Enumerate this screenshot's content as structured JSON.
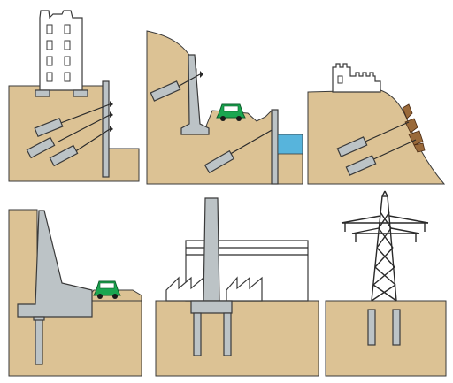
{
  "diagram": {
    "panels": [
      {
        "id": "building-retaining-wall",
        "elements": [
          "building",
          "ground-anchors",
          "sheet-pile-wall",
          "ground"
        ]
      },
      {
        "id": "road-cut-slope",
        "elements": [
          "slope",
          "ground-anchors",
          "retaining-wall",
          "car",
          "sheet-pile-wall",
          "water"
        ]
      },
      {
        "id": "castle-cliff-stabilization",
        "elements": [
          "castle",
          "cliff",
          "rock-blocks",
          "ground-anchors"
        ]
      },
      {
        "id": "gravity-wall-with-pile",
        "elements": [
          "l-shaped-retaining-wall",
          "pile",
          "car",
          "ground"
        ]
      },
      {
        "id": "chimney-foundation",
        "elements": [
          "factory",
          "chimney",
          "pile-cap",
          "piles"
        ]
      },
      {
        "id": "transmission-tower-foundation",
        "elements": [
          "lattice-tower",
          "piles",
          "ground"
        ]
      }
    ],
    "colors": {
      "soil": "#dcc294",
      "concrete": "#bcc3c6",
      "outline": "#3a3a3a",
      "car": "#1aa650",
      "water": "#57b4dc",
      "rock": "#9a6a3a",
      "background": "#ffffff"
    }
  }
}
